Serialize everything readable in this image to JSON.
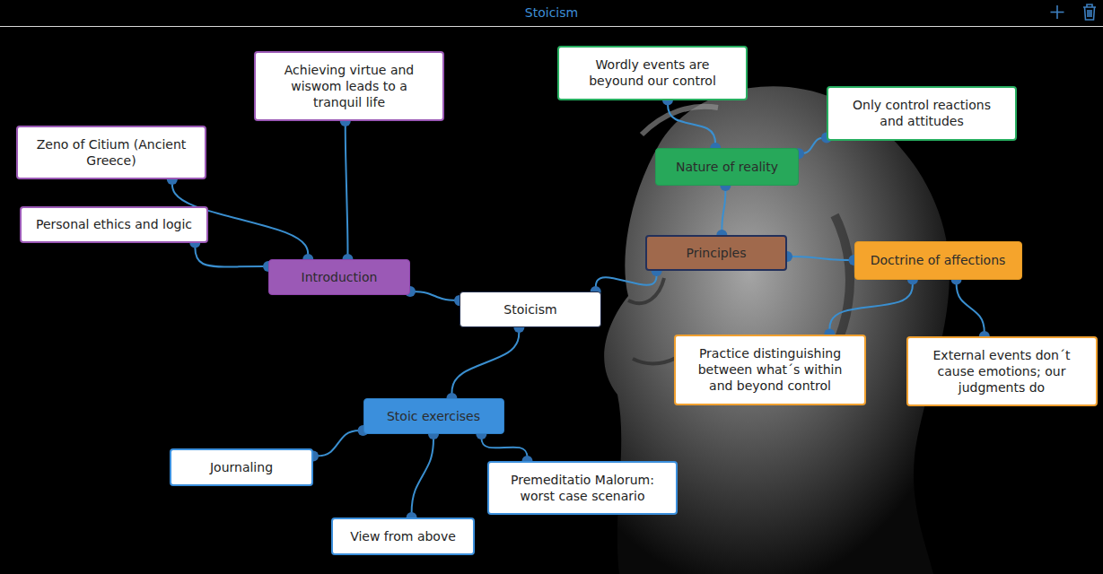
{
  "diagram": {
    "title": "Stoicism",
    "nodes": [
      {
        "text": [
          "Stoicism"
        ]
      },
      {
        "text": [
          "Introduction"
        ]
      },
      {
        "text": [
          "Zeno of Citium (Ancient Greece)"
        ]
      },
      {
        "text": [
          "Achieving virtue and wiswom leads to a tranquil life"
        ]
      },
      {
        "text": [
          "Personal ethics and logic"
        ]
      },
      {
        "text": [
          "Principles"
        ]
      },
      {
        "text": [
          "Nature of reality"
        ]
      },
      {
        "text": [
          "Wordly events are beyound our control"
        ]
      },
      {
        "text": [
          "Only control reactions and attitudes"
        ]
      },
      {
        "text": [
          "Doctrine of affections"
        ]
      },
      {
        "text": [
          "Practice distinguishing between what´s within and beyond control"
        ]
      },
      {
        "text": [
          "External events don´t cause emotions; our judgments do"
        ]
      },
      {
        "text": [
          "Stoic exercises"
        ]
      },
      {
        "text": [
          "Journaling"
        ]
      },
      {
        "text": [
          "View from above"
        ]
      },
      {
        "text": [
          "Premeditatio Malorum: worst case scenario"
        ]
      }
    ],
    "edges": [
      {
        "from": 0,
        "to": 1,
        "arrow": "none"
      },
      {
        "from": 1,
        "to": 2,
        "arrow": "none"
      },
      {
        "from": 1,
        "to": 3,
        "arrow": "none"
      },
      {
        "from": 1,
        "to": 4,
        "arrow": "none"
      },
      {
        "from": 0,
        "to": 5,
        "arrow": "none"
      },
      {
        "from": 5,
        "to": 6,
        "arrow": "none"
      },
      {
        "from": 6,
        "to": 7,
        "arrow": "none"
      },
      {
        "from": 6,
        "to": 8,
        "arrow": "none"
      },
      {
        "from": 5,
        "to": 9,
        "arrow": "none"
      },
      {
        "from": 9,
        "to": 10,
        "arrow": "none"
      },
      {
        "from": 9,
        "to": 11,
        "arrow": "none"
      },
      {
        "from": 0,
        "to": 12,
        "arrow": "none"
      },
      {
        "from": 12,
        "to": 13,
        "arrow": "none"
      },
      {
        "from": 12,
        "to": 14,
        "arrow": "none"
      },
      {
        "from": 12,
        "to": 15,
        "arrow": "none"
      }
    ]
  }
}
